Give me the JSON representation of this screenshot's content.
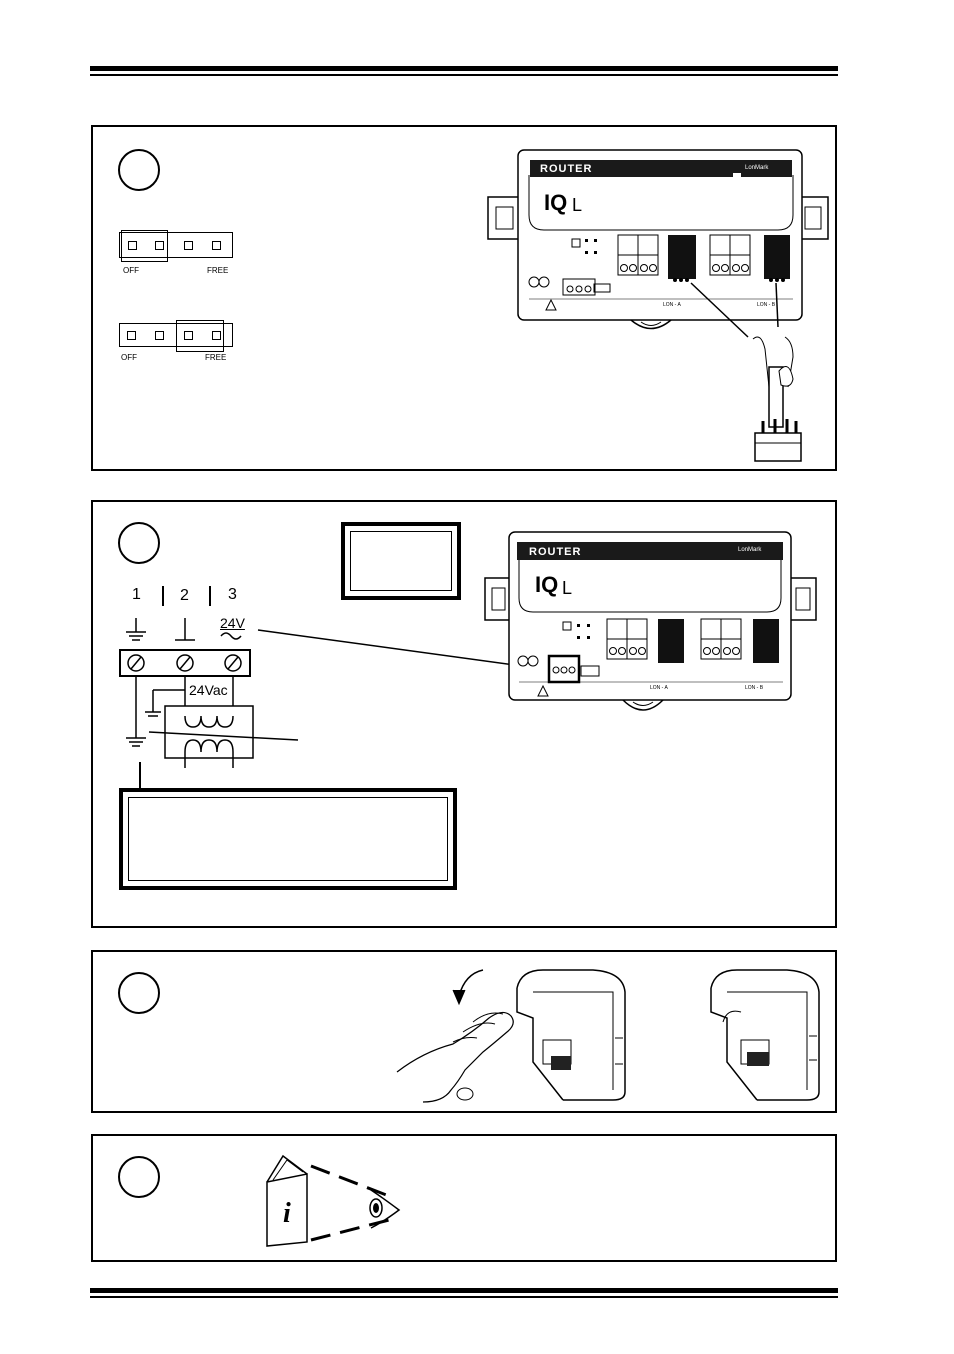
{
  "jumper": {
    "off_label": "OFF",
    "free_label": "FREE"
  },
  "device": {
    "name": "ROUTER",
    "brand": "LonMark",
    "model_main": "IQ",
    "model_sub": "L",
    "lon_a": "LON - A",
    "lon_b": "LON - B"
  },
  "wiring": {
    "terminal_1": "1",
    "terminal_2": "2",
    "terminal_3": "3",
    "supply_symbol": "24V",
    "transformer_label": "24Vac"
  },
  "colors": {
    "ink": "#000000",
    "paper": "#ffffff"
  }
}
